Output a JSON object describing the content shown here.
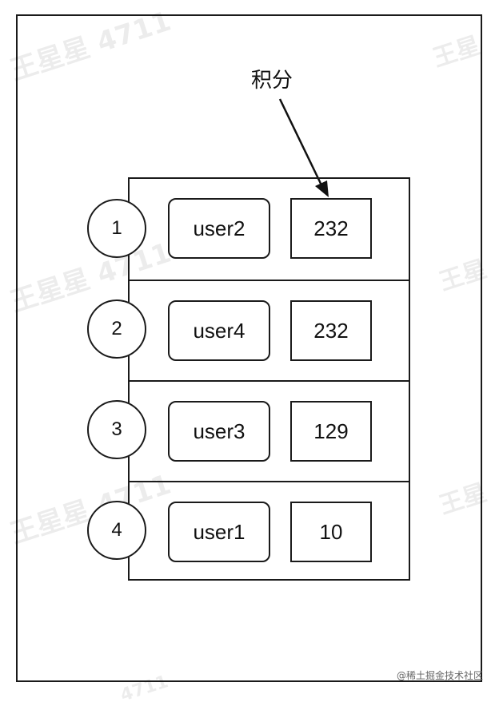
{
  "watermark": "王星星 4711",
  "watermark_short": "王星",
  "watermark_partial": "4711",
  "annotation": "积分",
  "rows": [
    {
      "rank": "1",
      "member": "user2",
      "score": "232"
    },
    {
      "rank": "2",
      "member": "user4",
      "score": "232"
    },
    {
      "rank": "3",
      "member": "user3",
      "score": "129"
    },
    {
      "rank": "4",
      "member": "user1",
      "score": "10"
    }
  ],
  "credit": "@稀土掘金技术社区",
  "colors": {
    "stroke": "#1a1a1a",
    "background": "#ffffff"
  }
}
